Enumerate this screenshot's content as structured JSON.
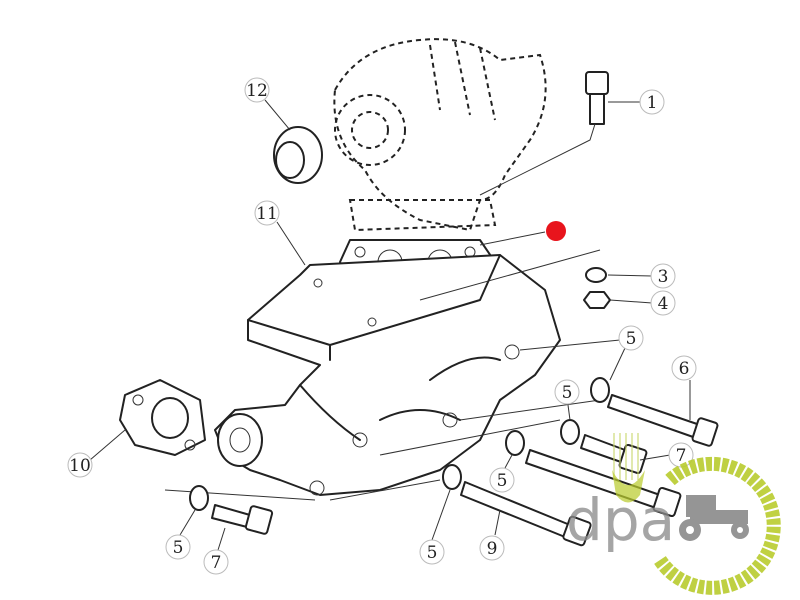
{
  "diagram": {
    "title": "Exhaust manifold exploded parts diagram",
    "callouts": {
      "c12": "12",
      "c1": "1",
      "c11": "11",
      "c3": "3",
      "c4": "4",
      "c5a": "5",
      "c6": "6",
      "c5b": "5",
      "c7a": "7",
      "c10": "10",
      "c5c": "5",
      "c5d": "5",
      "c7b": "7",
      "c5e": "5",
      "c9": "9"
    },
    "highlight_color": "#e8141c"
  },
  "logo": {
    "text": "dpa",
    "accent_color": "#b9cc2e",
    "text_color": "#8a8a8a"
  }
}
